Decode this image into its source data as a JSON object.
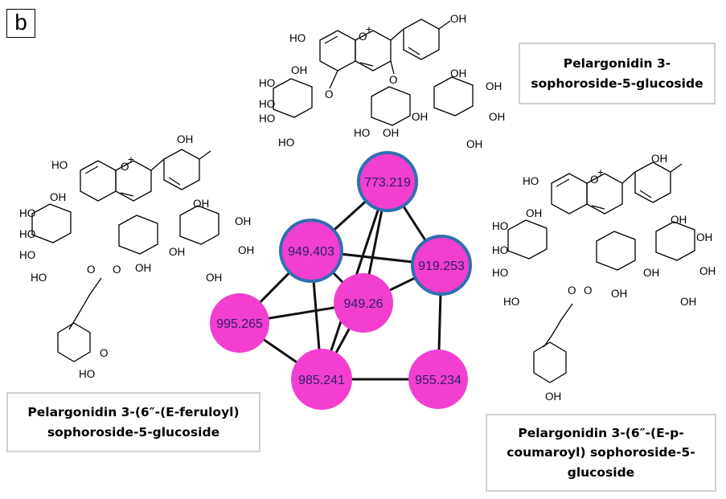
{
  "panel_label": "b",
  "captions": {
    "top": {
      "line1": "Pelargonidin 3-",
      "line2": "sophoroside-5-glucoside"
    },
    "left": {
      "line1": "Pelargonidin 3-(6″-(E-feruloyl)",
      "line2": "sophoroside-5-glucoside"
    },
    "right": {
      "line1": "Pelargonidin 3-(6″-(E-p-",
      "line2": "coumaroyl) sophoroside-5-",
      "line3": "glucoside"
    }
  },
  "network": {
    "node_color": "#f23fd0",
    "highlight_color": "#2f6fb0",
    "edge_color": "#111111",
    "nodes": [
      {
        "id": "n773",
        "label": "773.219",
        "highlight": true
      },
      {
        "id": "n949a",
        "label": "949.403",
        "highlight": true
      },
      {
        "id": "n919",
        "label": "919.253",
        "highlight": true
      },
      {
        "id": "n949b",
        "label": "949.26",
        "highlight": false
      },
      {
        "id": "n995",
        "label": "995.265",
        "highlight": false
      },
      {
        "id": "n985",
        "label": "985.241",
        "highlight": false
      },
      {
        "id": "n955",
        "label": "955.234",
        "highlight": false
      }
    ],
    "edges": [
      [
        "n773",
        "n949a"
      ],
      [
        "n773",
        "n919"
      ],
      [
        "n773",
        "n949b"
      ],
      [
        "n773",
        "n985"
      ],
      [
        "n949a",
        "n919"
      ],
      [
        "n949a",
        "n949b"
      ],
      [
        "n949a",
        "n995"
      ],
      [
        "n949a",
        "n985"
      ],
      [
        "n919",
        "n949b"
      ],
      [
        "n919",
        "n955"
      ],
      [
        "n949b",
        "n995"
      ],
      [
        "n949b",
        "n985"
      ],
      [
        "n995",
        "n985"
      ],
      [
        "n985",
        "n955"
      ]
    ]
  }
}
